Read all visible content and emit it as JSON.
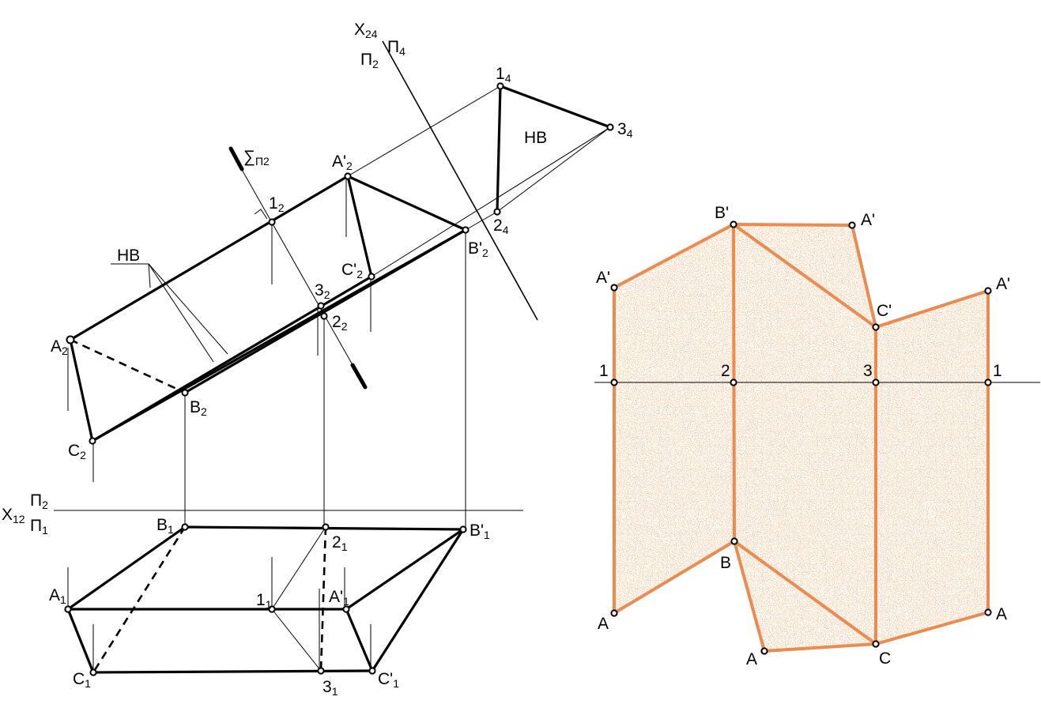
{
  "colors": {
    "line": "#000000",
    "development_edge": "#ec8a4f",
    "development_fill": "#f0b48c"
  },
  "labels": {
    "x24": "X24",
    "pi2_top": "П2",
    "pi4": "П4",
    "p1_4": "14",
    "p3_4": "34",
    "p2_4": "24",
    "nv_top": "НВ",
    "sigma": "∑П2",
    "A2p": "A'2",
    "B2p": "B'2",
    "C2p": "C'2",
    "p1_2": "12",
    "p3_2": "32",
    "p2_2": "22",
    "nv_left": "НВ",
    "A2": "A2",
    "B2": "B2",
    "C2": "C2",
    "x12": "X12",
    "pi2_axis": "П2",
    "pi1_axis": "П1",
    "B1": "B1",
    "p2_1": "21",
    "B1p": "B'1",
    "A1": "A1",
    "p1_1": "11",
    "A1p": "A'1",
    "C1": "C1",
    "p3_1": "31",
    "C1p": "C'1"
  },
  "development": {
    "points": {
      "A_top_left": "A'",
      "B_top": "B'",
      "A_top_mid": "A'",
      "C_top": "C'",
      "A_top_right": "A'",
      "n1_left": "1",
      "n2": "2",
      "n3": "3",
      "n1_right": "1",
      "A_bottom_left": "A",
      "B_bottom": "B",
      "A_bottom_mid": "A",
      "C_bottom": "C",
      "A_bottom_right": "A"
    }
  }
}
